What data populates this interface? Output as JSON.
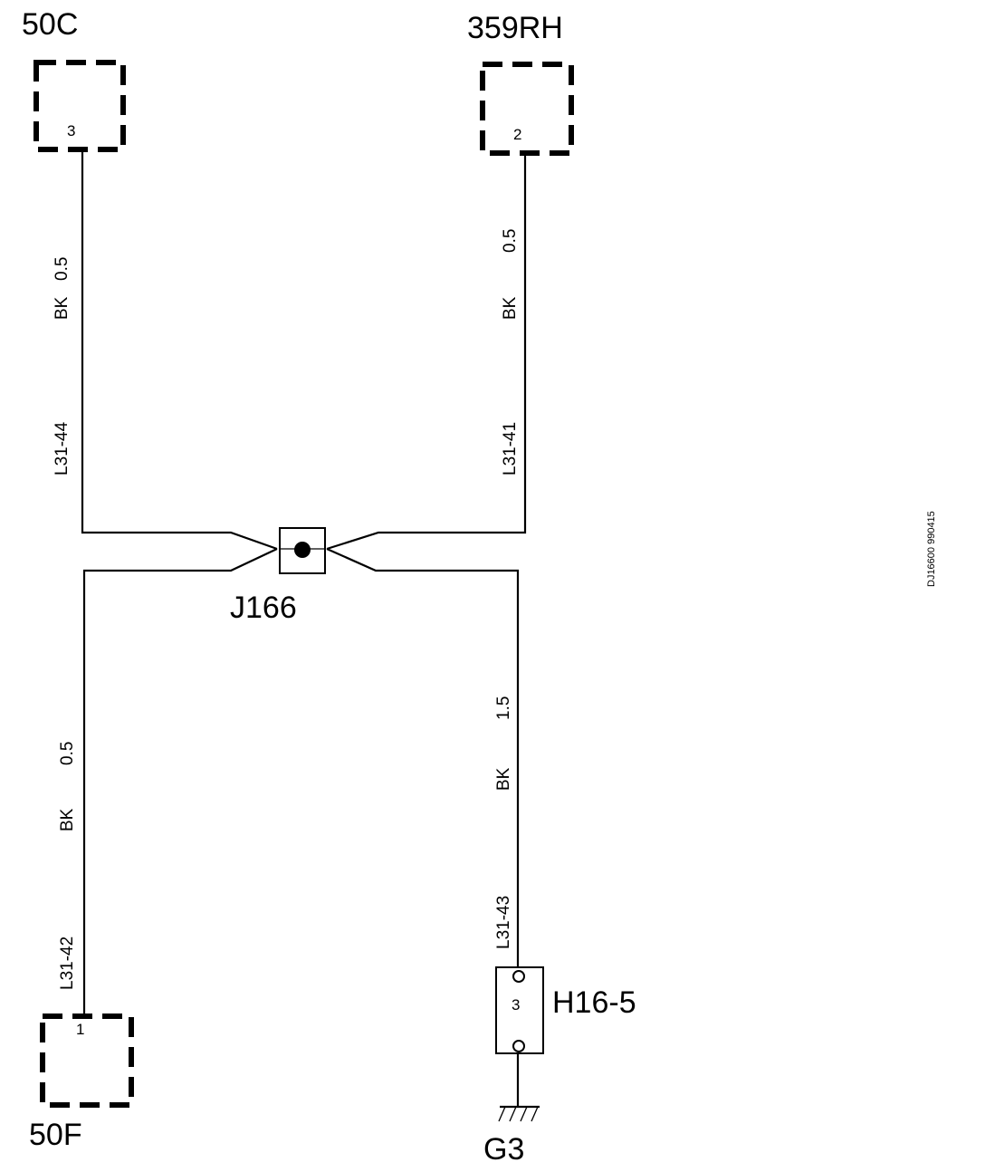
{
  "connectors": {
    "c50c": {
      "name": "50C",
      "pin": "3"
    },
    "c359rh": {
      "name": "359RH",
      "pin": "2"
    },
    "c50f": {
      "name": "50F",
      "pin": "1"
    }
  },
  "splice": {
    "name": "J166"
  },
  "component": {
    "name": "H16-5",
    "pin": "3"
  },
  "ground": {
    "name": "G3"
  },
  "wires": {
    "w1": {
      "gauge": "0.5",
      "color": "BK",
      "circuit": "L31-44"
    },
    "w2": {
      "gauge": "0.5",
      "color": "BK",
      "circuit": "L31-41"
    },
    "w3": {
      "gauge": "0.5",
      "color": "BK",
      "circuit": "L31-42"
    },
    "w4": {
      "gauge": "1.5",
      "color": "BK",
      "circuit": "L31-43"
    }
  },
  "drawing_code": "DJ16600 990415",
  "colors": {
    "ink": "#000000",
    "background": "#ffffff"
  }
}
